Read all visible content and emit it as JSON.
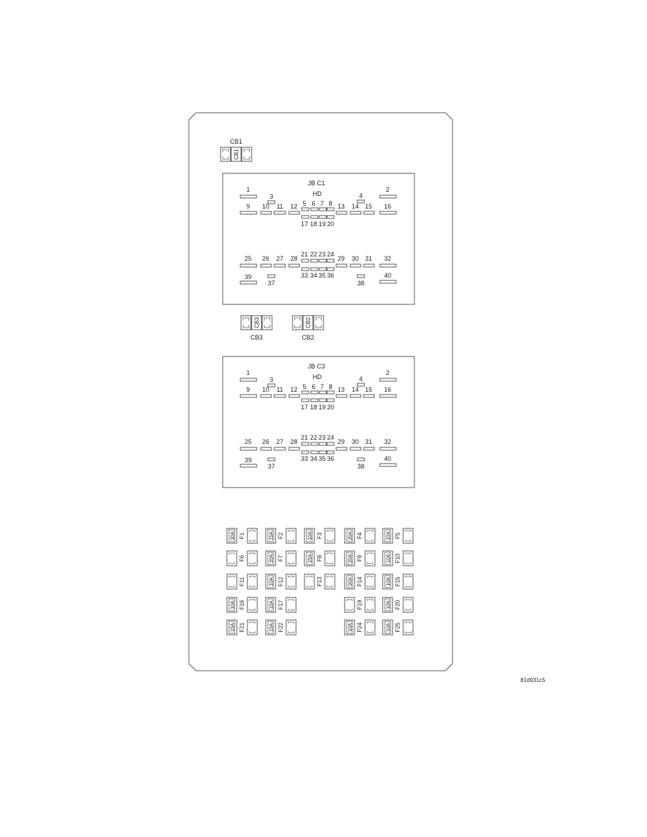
{
  "circuit_breakers": [
    {
      "id": "CB1",
      "caption": "CB1",
      "inner_label": "CB1"
    },
    {
      "id": "CB3",
      "caption": "CB3",
      "inner_label": "CB3"
    },
    {
      "id": "CB2",
      "caption": "CB2",
      "inner_label": "CB2"
    }
  ],
  "junction_blocks": [
    {
      "title": "JB C1",
      "subtitle": "HD",
      "pins": [
        "1",
        "2",
        "3",
        "4",
        "5",
        "6",
        "7",
        "8",
        "9",
        "10",
        "11",
        "12",
        "13",
        "14",
        "15",
        "16",
        "17",
        "18",
        "19",
        "20",
        "21",
        "22",
        "23",
        "24",
        "25",
        "26",
        "27",
        "28",
        "29",
        "30",
        "31",
        "32",
        "33",
        "34",
        "35",
        "36",
        "37",
        "38",
        "39",
        "40"
      ]
    },
    {
      "title": "JB C3",
      "subtitle": "HD",
      "pins": [
        "1",
        "2",
        "3",
        "4",
        "5",
        "6",
        "7",
        "8",
        "9",
        "10",
        "11",
        "12",
        "13",
        "14",
        "15",
        "16",
        "17",
        "18",
        "19",
        "20",
        "21",
        "22",
        "23",
        "24",
        "25",
        "26",
        "27",
        "28",
        "29",
        "30",
        "31",
        "32",
        "33",
        "34",
        "35",
        "36",
        "37",
        "38",
        "39",
        "40"
      ]
    }
  ],
  "fuses": [
    [
      {
        "name": "F1",
        "rating": "30A"
      },
      {
        "name": "F2",
        "rating": "15A"
      },
      {
        "name": "F3",
        "rating": "10A"
      },
      {
        "name": "F4",
        "rating": "20A"
      },
      {
        "name": "F5",
        "rating": "10A"
      }
    ],
    [
      {
        "name": "F6",
        "rating": ""
      },
      {
        "name": "F7",
        "rating": "20A"
      },
      {
        "name": "F8",
        "rating": "15A"
      },
      {
        "name": "F9",
        "rating": "20A"
      },
      {
        "name": "F10",
        "rating": "10A"
      }
    ],
    [
      {
        "name": "F11",
        "rating": ""
      },
      {
        "name": "F12",
        "rating": "10A"
      },
      {
        "name": "F13",
        "rating": ""
      },
      {
        "name": "F14",
        "rating": "20A"
      },
      {
        "name": "F15",
        "rating": "10A"
      }
    ],
    [
      {
        "name": "F16",
        "rating": "10A"
      },
      {
        "name": "F17",
        "rating": "15A"
      },
      null,
      {
        "name": "F19",
        "rating": ""
      },
      {
        "name": "F20",
        "rating": "10A"
      }
    ],
    [
      {
        "name": "F21",
        "rating": "15A"
      },
      {
        "name": "F22",
        "rating": "15A"
      },
      null,
      {
        "name": "F24",
        "rating": "10A"
      },
      {
        "name": "F25",
        "rating": "10A"
      }
    ]
  ],
  "figure_id": "81d931c5"
}
